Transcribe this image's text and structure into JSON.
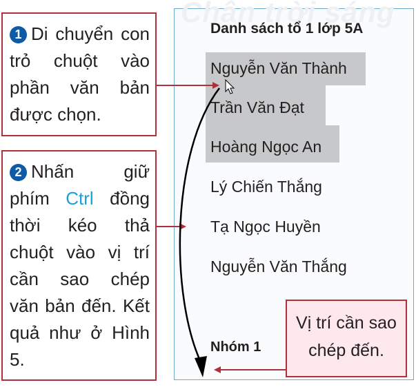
{
  "step1": {
    "number": "1",
    "text": "Di chuyển con trỏ chuột vào phần văn bản được chọn."
  },
  "step2": {
    "number": "2",
    "text_before": "Nhấn giữ phím ",
    "keyword": "Ctrl",
    "text_after": " đồng thời kéo thả chuột vào vị trí cần sao chép văn bản đến. Kết quả như ở Hình 5."
  },
  "watermark": "Chân trời sáng",
  "document": {
    "title": "Danh sách tổ 1 lớp 5A",
    "names": [
      "Nguyễn Văn Thành",
      "Trần Văn Đạt",
      "Hoàng Ngọc An",
      "Lý Chiến Thắng",
      "Tạ Ngọc Huyền",
      "Nguyễn Văn Thắng"
    ],
    "group_label": "Nhóm 1"
  },
  "note": "Vị trí cần sao chép đến.",
  "colors": {
    "box_border": "#b0303a",
    "number_circle": "#0d5aa7",
    "keyword": "#1a9fd9",
    "selection": "#c7c8ca",
    "note_bg": "#fde8ee"
  }
}
